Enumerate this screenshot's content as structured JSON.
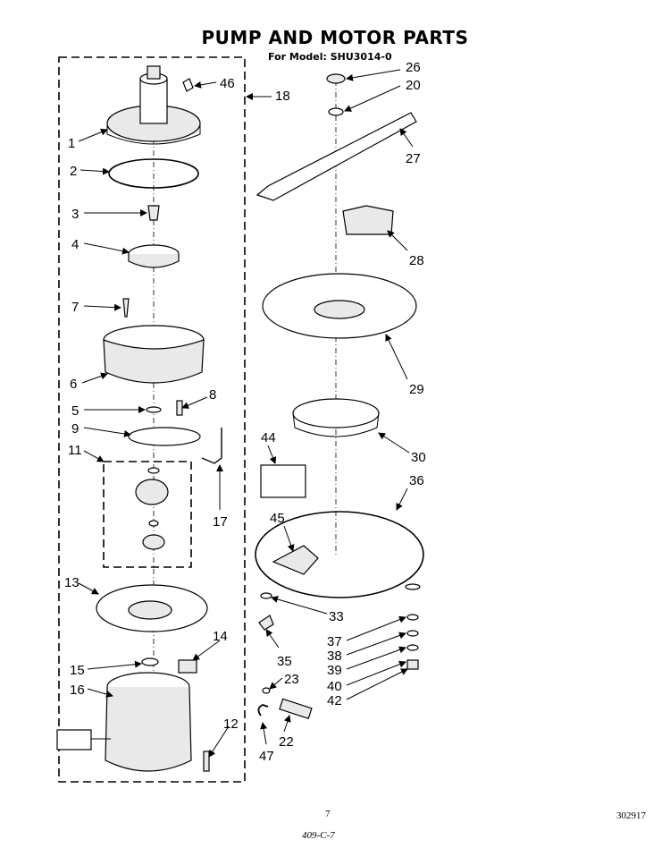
{
  "title": "PUMP AND MOTOR PARTS",
  "subtitle": "For Model: SHU3014-0",
  "page_number": "7",
  "document_number": "302917",
  "handwritten_note": "409-C-7",
  "callouts": [
    "1",
    "2",
    "3",
    "4",
    "5",
    "6",
    "7",
    "8",
    "9",
    "11",
    "12",
    "13",
    "14",
    "15",
    "16",
    "17",
    "18",
    "20",
    "22",
    "23",
    "26",
    "27",
    "28",
    "29",
    "30",
    "33",
    "35",
    "36",
    "37",
    "38",
    "39",
    "40",
    "42",
    "44",
    "45",
    "46",
    "47"
  ]
}
